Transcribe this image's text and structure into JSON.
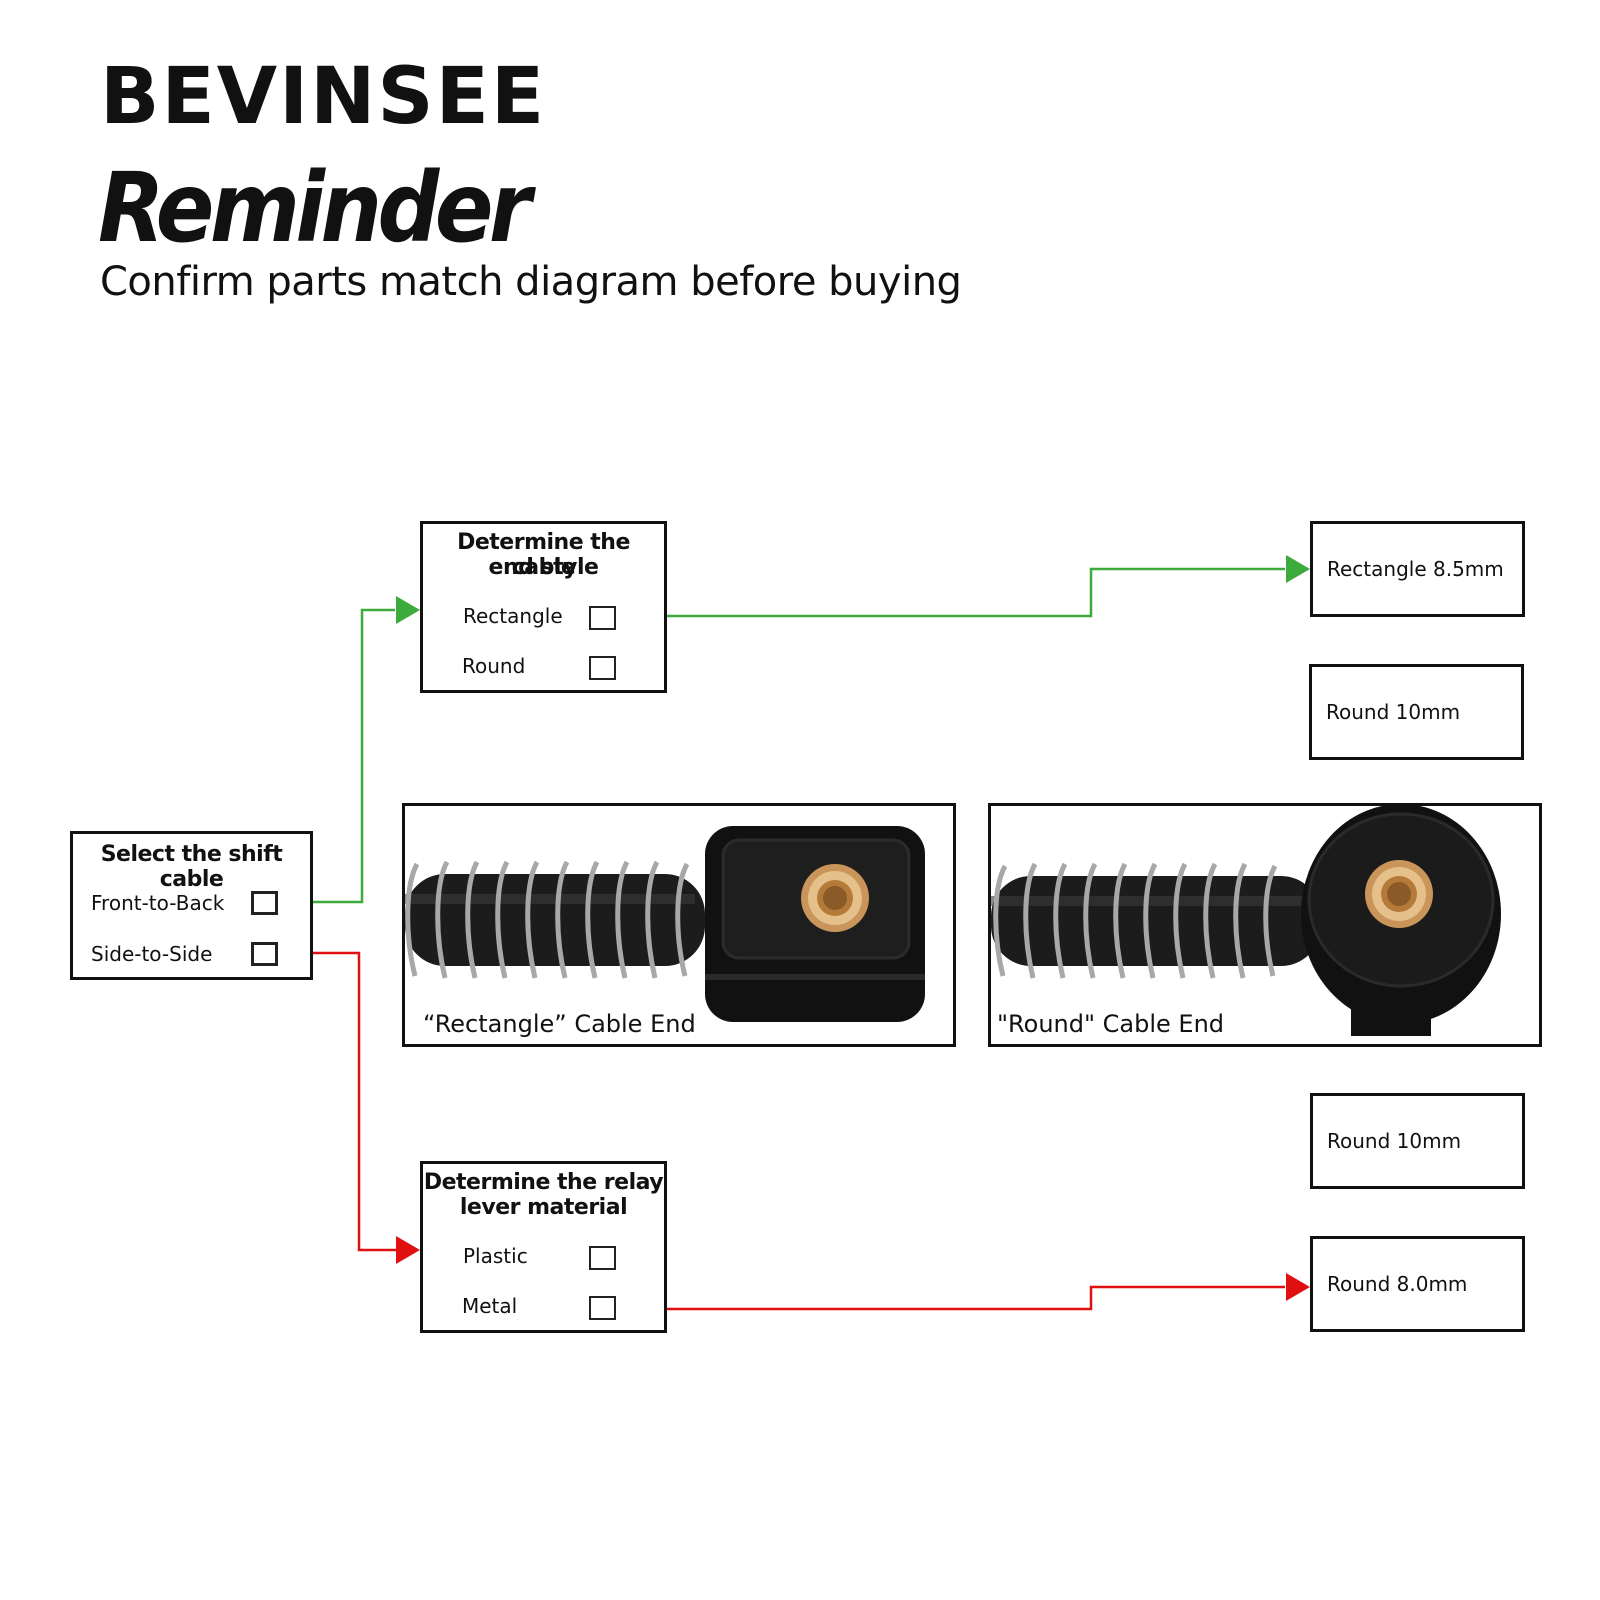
{
  "header": {
    "brand": "BEVINSEE",
    "title": "Reminder",
    "subtitle": "Confirm parts match diagram before buying"
  },
  "shift_cable": {
    "title": "Select the shift cable",
    "options": [
      {
        "label": "Front-to-Back",
        "checked": false
      },
      {
        "label": "Side-to-Side",
        "checked": false
      }
    ]
  },
  "cable_end": {
    "title_line1": "Determine the cable",
    "title_line2": "end style",
    "options": [
      {
        "label": "Rectangle",
        "checked": false
      },
      {
        "label": "Round",
        "checked": false
      }
    ]
  },
  "relay_lever": {
    "title_line1": "Determine the relay",
    "title_line2": "lever material",
    "options": [
      {
        "label": "Plastic",
        "checked": false
      },
      {
        "label": "Metal",
        "checked": false
      }
    ]
  },
  "results": [
    {
      "label": "Rectangle 8.5mm"
    },
    {
      "label": "Round 10mm"
    },
    {
      "label": "Round 10mm"
    },
    {
      "label": "Round 8.0mm"
    }
  ],
  "photos": {
    "rectangle_caption": "“Rectangle”   Cable End",
    "round_caption": "\"Round\" Cable End"
  },
  "colors": {
    "green_arrow": "#3cab3c",
    "red_arrow": "#e01010",
    "bushing": "#c9955a"
  }
}
